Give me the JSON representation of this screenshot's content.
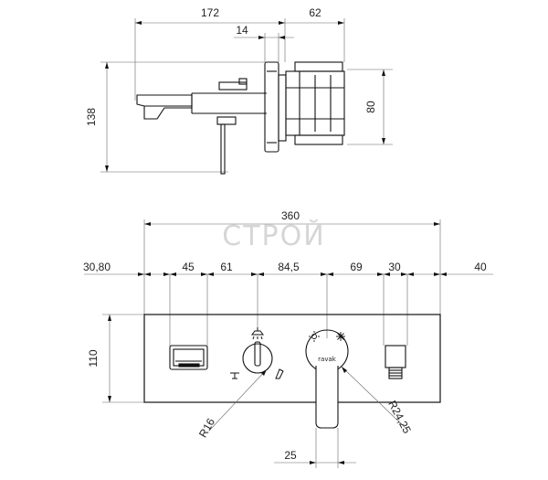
{
  "side_view": {
    "dims": {
      "overall_depth": "172",
      "body_depth": "62",
      "plate_thickness": "14",
      "height": "138",
      "body_height": "80"
    }
  },
  "front_view": {
    "dims": {
      "total_width": "360",
      "edge_left": "30,80",
      "gap_1": "45",
      "gap_2": "61",
      "gap_3": "84,5",
      "gap_4": "69",
      "gap_5": "30",
      "edge_right": "40",
      "height": "110",
      "radius_knob": "R16",
      "radius_lever": "R24,25",
      "lever_width": "25"
    },
    "lever_label": "ravak"
  },
  "watermark": "СТРОЙ"
}
